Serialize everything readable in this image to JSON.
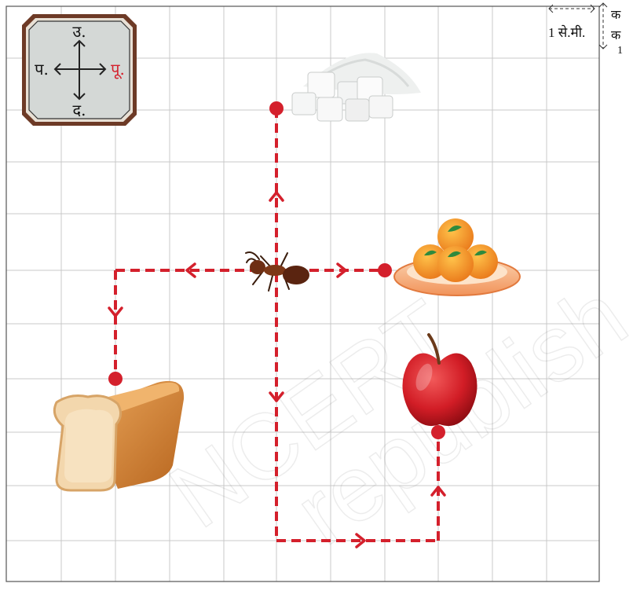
{
  "compass": {
    "north": "उ.",
    "south": "द.",
    "east": "पू.",
    "west": "प."
  },
  "scale": {
    "horizontal_label": "1 से.मी.",
    "vertical_label_1": "क",
    "vertical_label_2": "क",
    "vertical_label_3": "1"
  },
  "watermark": {
    "line1": "NCERT",
    "line2": "republish"
  },
  "colors": {
    "path": "#d4202c",
    "grid": "#c8c8c8",
    "compass_east": "#d4202c"
  },
  "icons": [
    "ant-icon",
    "sugar-cubes-icon",
    "laddoo-plate-icon",
    "apple-icon",
    "bread-icon"
  ]
}
